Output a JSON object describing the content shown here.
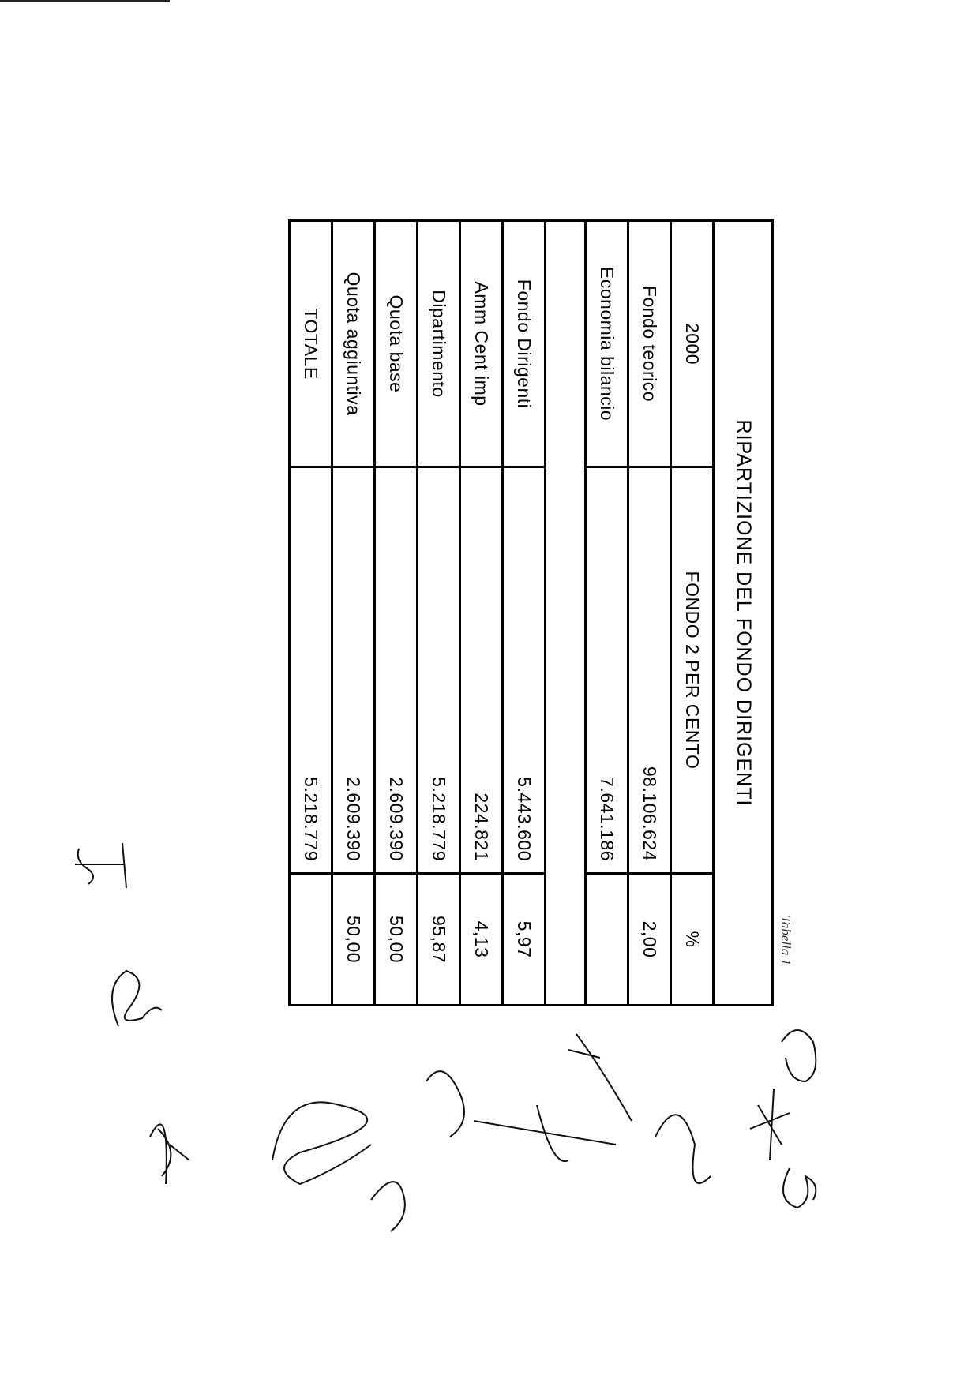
{
  "document": {
    "caption": "Tabella 1",
    "table": {
      "title": "RIPARTIZIONE  DEL FONDO DIRIGENTI",
      "header": {
        "year": "2000",
        "fund": "FONDO 2 PER CENTO",
        "percent": "%"
      },
      "rows": [
        {
          "label": "Fondo teorico",
          "value": "98.106.624",
          "percent": "2,00"
        },
        {
          "label": "Economia bilancio",
          "value": "7.641.186",
          "percent": ""
        },
        {
          "label": "",
          "value": "",
          "percent": ""
        },
        {
          "label": "Fondo Dirigenti",
          "value": "5.443.600",
          "percent": "5,97"
        },
        {
          "label": "Amm Cent imp",
          "value": "224.821",
          "percent": "4,13"
        },
        {
          "label": "Dipartimento",
          "value": "5.218.779",
          "percent": "95,87"
        },
        {
          "label": "Quota base",
          "value": "2.609.390",
          "percent": "50,00"
        },
        {
          "label": "Quota aggiuntiva",
          "value": "2.609.390",
          "percent": "50,00"
        },
        {
          "label": "TOTALE",
          "value": "5.218.779",
          "percent": ""
        }
      ]
    }
  }
}
